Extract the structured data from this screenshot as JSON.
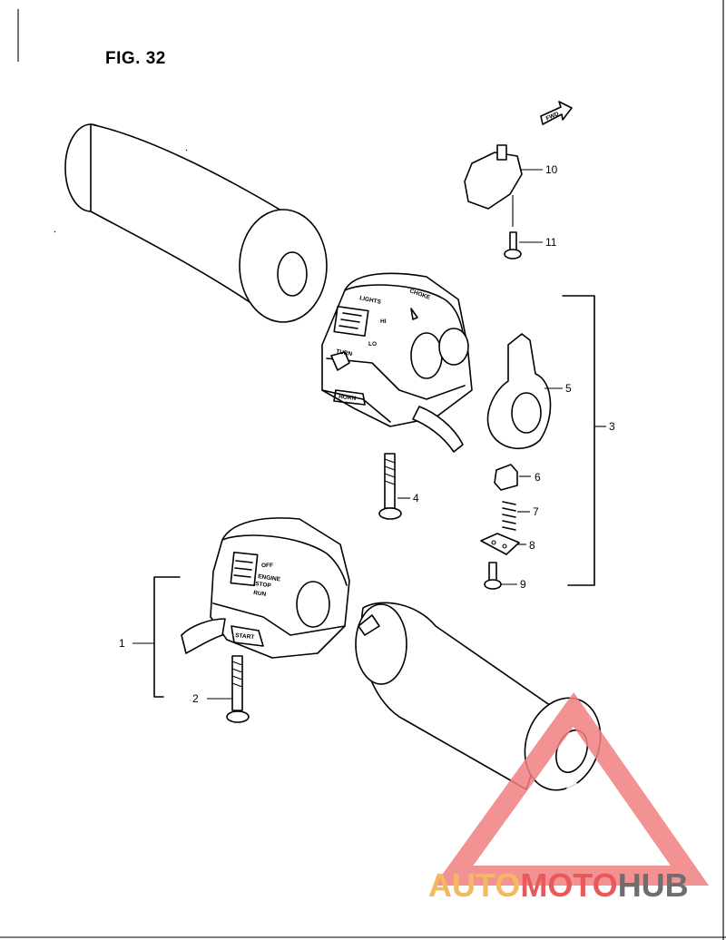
{
  "figure": {
    "title": "FIG. 32"
  },
  "direction_marker": {
    "text": "FWD"
  },
  "callouts": [
    {
      "num": "1"
    },
    {
      "num": "2"
    },
    {
      "num": "3"
    },
    {
      "num": "4"
    },
    {
      "num": "5"
    },
    {
      "num": "6"
    },
    {
      "num": "7"
    },
    {
      "num": "8"
    },
    {
      "num": "9"
    },
    {
      "num": "10"
    },
    {
      "num": "11"
    }
  ],
  "left_switch_labels": {
    "lights": "LIGHTS",
    "hi": "HI",
    "lo": "LO",
    "choke": "CHOKE",
    "turn": "TURN",
    "horn": "HORN"
  },
  "right_switch_labels": {
    "off": "OFF",
    "engine": "ENGINE",
    "stop": "STOP",
    "run": "RUN",
    "start": "START"
  },
  "watermark": {
    "part1": "AUTO",
    "part2": "MOTO",
    "part3": "HUB",
    "color_red": "#e85a5a",
    "color_orange": "#f4b860",
    "color_gray": "#6e6e6e",
    "triangle_color": "#f08080"
  }
}
